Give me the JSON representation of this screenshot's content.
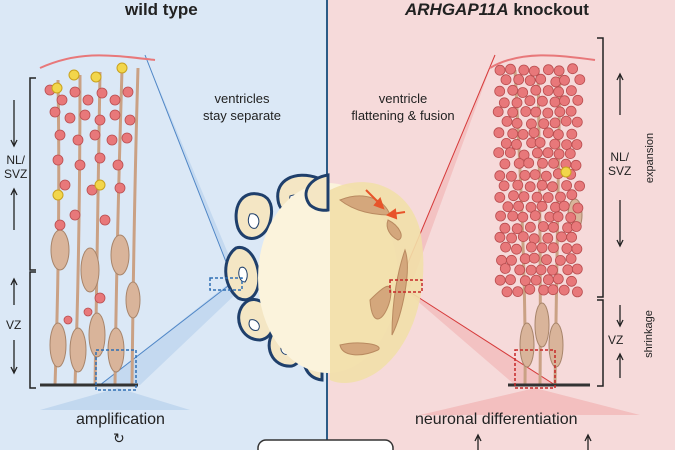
{
  "left": {
    "title": "wild type",
    "ventricle_note_1": "ventricles",
    "ventricle_note_2": "stay separate",
    "zone_nl_1": "NL/",
    "zone_nl_2": "SVZ",
    "zone_vz": "VZ",
    "outcome": "amplification",
    "cycle_glyph": "↻"
  },
  "right": {
    "title_gene": "ARHGAP11A",
    "title_rest": " knockout",
    "ventricle_note_1": "ventricle",
    "ventricle_note_2": "flattening & fusion",
    "zone_nl_1": "NL/",
    "zone_nl_2": "SVZ",
    "zone_vz": "VZ",
    "expansion_label": "expansion",
    "shrinkage_label": "shrinkage",
    "outcome": "neuronal differentiation"
  },
  "colors": {
    "left_bg": "#dbe8f6",
    "right_bg": "#f6dada",
    "divider": "#2c5b86",
    "neuron": "#e8787a",
    "neuron_nucleus": "#c0392b",
    "progenitor": "#d9b49a",
    "glia": "#f2d64b",
    "ventricle_outline": "#1f3f6b",
    "ventricle_fill": "#f4e6c4",
    "wt_line": "#4f86c6",
    "ko_line": "#d63a3a",
    "arrow_orange": "#e8542a"
  }
}
